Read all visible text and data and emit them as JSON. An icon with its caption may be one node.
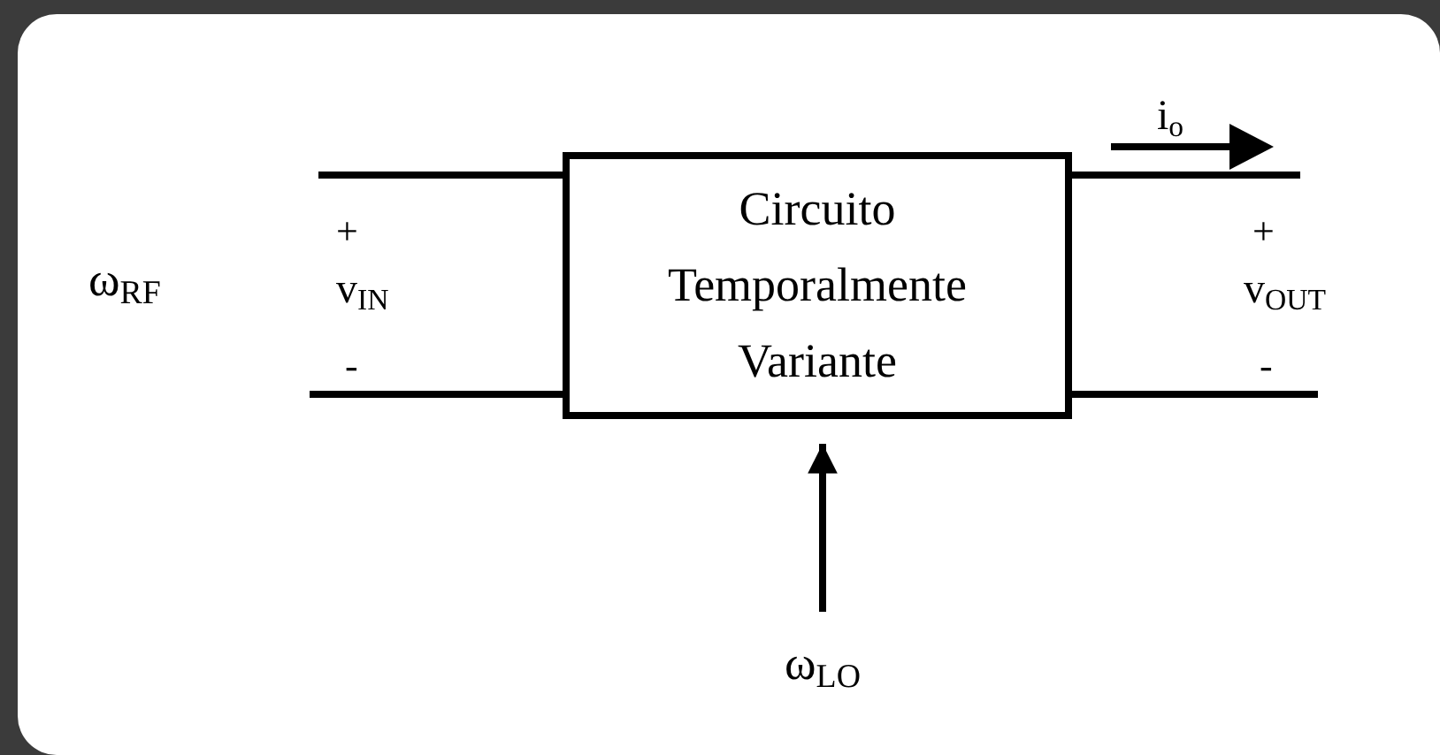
{
  "diagram": {
    "nodes": [
      {
        "text": [
          "Circuito Temporalmente Variante"
        ]
      },
      {
        "text": [
          "ω$_{LO}$"
        ]
      }
    ],
    "edges": [
      {
        "from": null,
        "to": 0,
        "arrow": "none"
      },
      {
        "from": null,
        "to": 0,
        "arrow": "none"
      },
      {
        "from": 0,
        "to": null,
        "arrow": "none"
      },
      {
        "from": 0,
        "to": null,
        "arrow": "none"
      },
      {
        "from": 1,
        "to": 0,
        "arrow": "to"
      }
    ],
    "labels": [
      "ω$_{RF}$",
      "+",
      "v$_{IN}$",
      "-",
      "i$_{o}$",
      "+",
      "v$_{OUT}$",
      "-"
    ]
  }
}
